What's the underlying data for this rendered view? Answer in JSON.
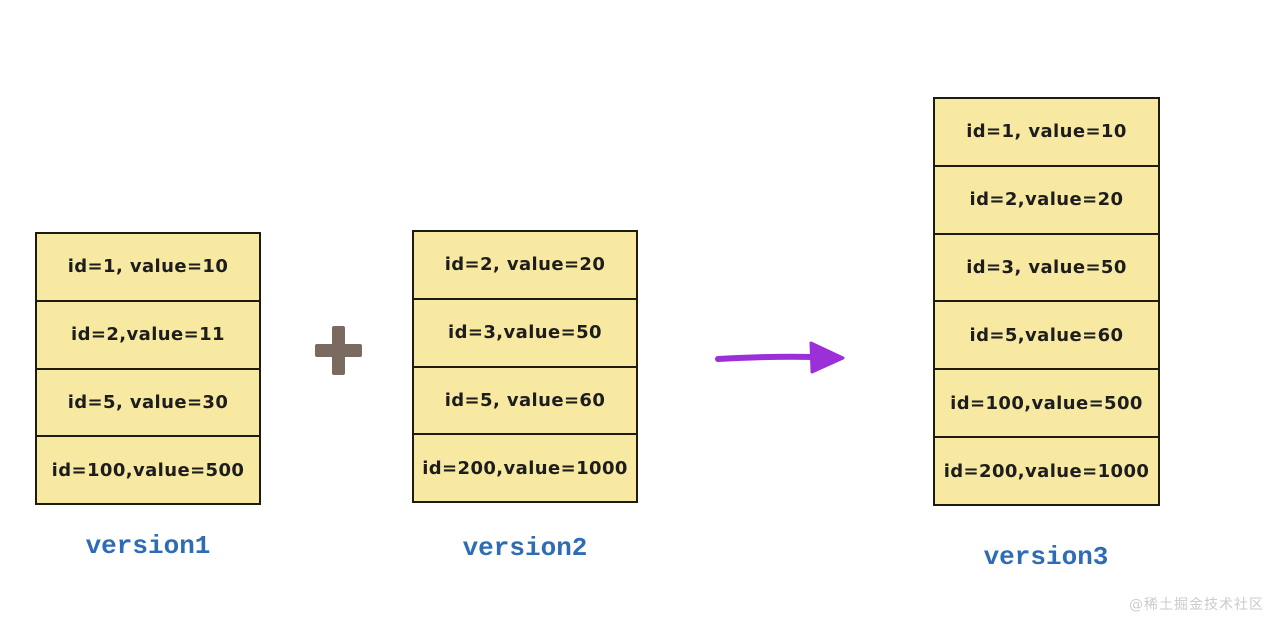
{
  "diagram": {
    "type": "merge-flow",
    "stacks": [
      {
        "label": "version1",
        "rows": [
          "id=1, value=10",
          "id=2,value=11",
          "id=5, value=30",
          "id=100,value=500"
        ]
      },
      {
        "label": "version2",
        "rows": [
          "id=2, value=20",
          "id=3,value=50",
          "id=5, value=60",
          "id=200,value=1000"
        ]
      },
      {
        "label": "version3",
        "rows": [
          "id=1, value=10",
          "id=2,value=20",
          "id=3, value=50",
          "id=5,value=60",
          "id=100,value=500",
          "id=200,value=1000"
        ]
      }
    ],
    "operators": {
      "plus": "+",
      "arrow": "→"
    },
    "colors": {
      "cell_fill": "#f8e9a2",
      "cell_border": "#1f1b10",
      "cell_text": "#1d1d1d",
      "label_text": "#2e6cb5",
      "plus": "#7a6a60",
      "arrow": "#9b30d9",
      "watermark": "#cbcbcb",
      "background": "#ffffff"
    }
  },
  "watermark": {
    "text": "@稀土掘金技术社区"
  }
}
